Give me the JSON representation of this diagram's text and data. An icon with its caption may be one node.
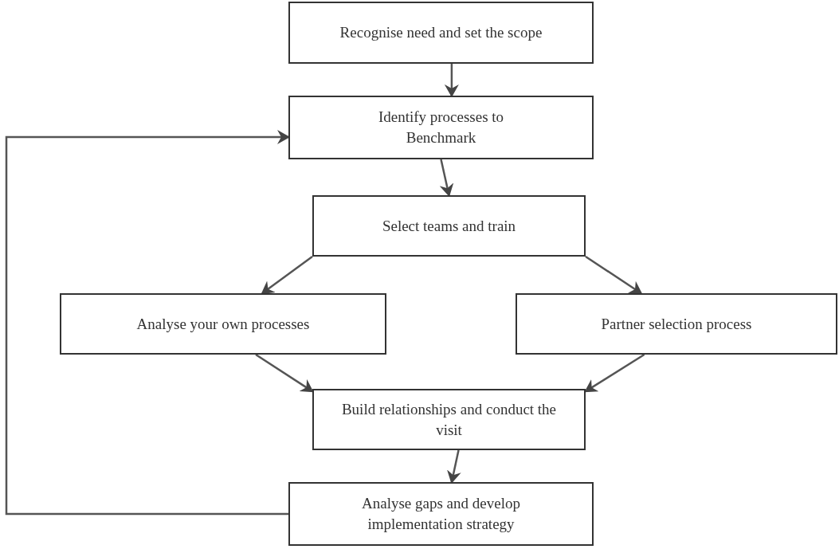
{
  "diagram": {
    "nodes": [
      {
        "text": [
          "Recognise need and set the scope"
        ]
      },
      {
        "text": [
          "Identify processes to Benchmark"
        ]
      },
      {
        "text": [
          "Select teams and train"
        ]
      },
      {
        "text": [
          "Analyse your own processes"
        ]
      },
      {
        "text": [
          "Partner selection process"
        ]
      },
      {
        "text": [
          "Build relationships and conduct the visit"
        ]
      },
      {
        "text": [
          "Analyse gaps and develop implementation strategy"
        ]
      }
    ],
    "edges": [
      {
        "from": 0,
        "to": 1,
        "arrow": "to"
      },
      {
        "from": 1,
        "to": 2,
        "arrow": "to"
      },
      {
        "from": 2,
        "to": 3,
        "arrow": "to"
      },
      {
        "from": 2,
        "to": 4,
        "arrow": "to"
      },
      {
        "from": 3,
        "to": 5,
        "arrow": "to"
      },
      {
        "from": 4,
        "to": 5,
        "arrow": "to"
      },
      {
        "from": 5,
        "to": 6,
        "arrow": "to"
      },
      {
        "from": 6,
        "to": 1,
        "arrow": "to"
      }
    ]
  }
}
